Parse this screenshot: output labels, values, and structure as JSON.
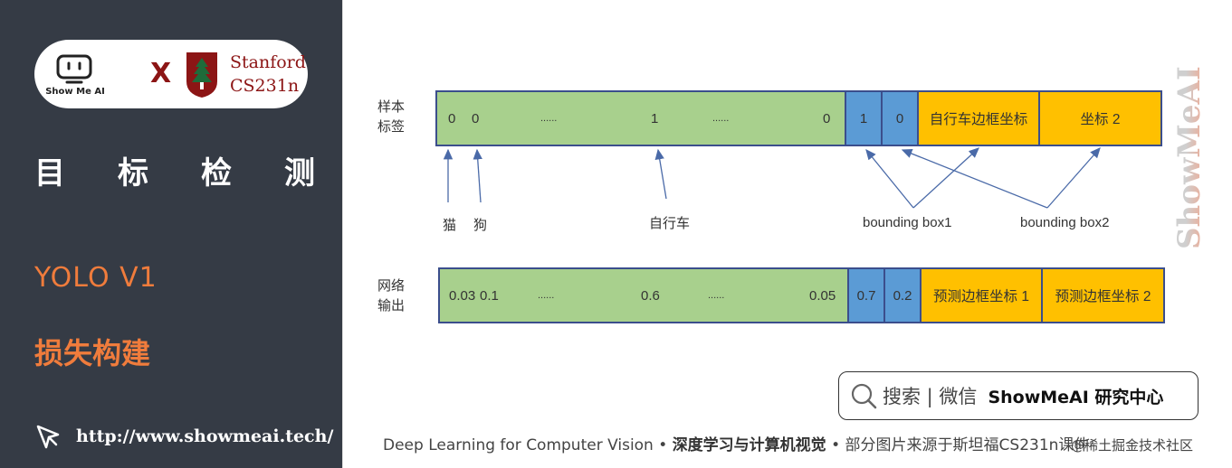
{
  "sidebar": {
    "robot_label": "Show Me AI",
    "x_mark": "X",
    "stanford_line1": "Stanford",
    "stanford_line2": "CS231n",
    "section_chars": [
      "目",
      "标",
      "检",
      "测"
    ],
    "yolo_title": "YOLO V1",
    "loss_title": "损失构建",
    "url": "http://www.showmeai.tech/"
  },
  "diagram": {
    "label_row": {
      "axis_label_line1": "样本",
      "axis_label_line2": "标签",
      "green_items": [
        "0",
        "0",
        "......",
        "1",
        "......",
        "0"
      ],
      "blue_cells": [
        "1",
        "0"
      ],
      "orange_cells": [
        "自行车边框坐标",
        "坐标 2"
      ]
    },
    "output_row": {
      "axis_label_line1": "网络",
      "axis_label_line2": "输出",
      "green_items": [
        "0.03",
        "0.1",
        "......",
        "0.6",
        "......",
        "0.05"
      ],
      "blue_cells": [
        "0.7",
        "0.2"
      ],
      "orange_cells": [
        "预测边框坐标 1",
        "预测边框坐标 2"
      ]
    },
    "annotations": {
      "cat": "猫",
      "dog": "狗",
      "bicycle": "自行车",
      "bbox1": "bounding box1",
      "bbox2": "bounding box2"
    },
    "colors": {
      "green": "#a8d08d",
      "blue": "#5b9bd5",
      "orange": "#ffc000",
      "border": "#3b4e8c",
      "arrow": "#4a6aa8"
    }
  },
  "watermark": {
    "vertical": "ShowMeAI"
  },
  "search": {
    "text": "搜索 | 微信",
    "brand": "ShowMeAI 研究中心"
  },
  "footer": {
    "part1": "Deep Learning for Computer Vision",
    "sep": "•",
    "part2": "深度学习与计算机视觉",
    "part3": "部分图片来源于斯坦福CS231n课件",
    "overlay": "@稀土掘金技术社区"
  }
}
